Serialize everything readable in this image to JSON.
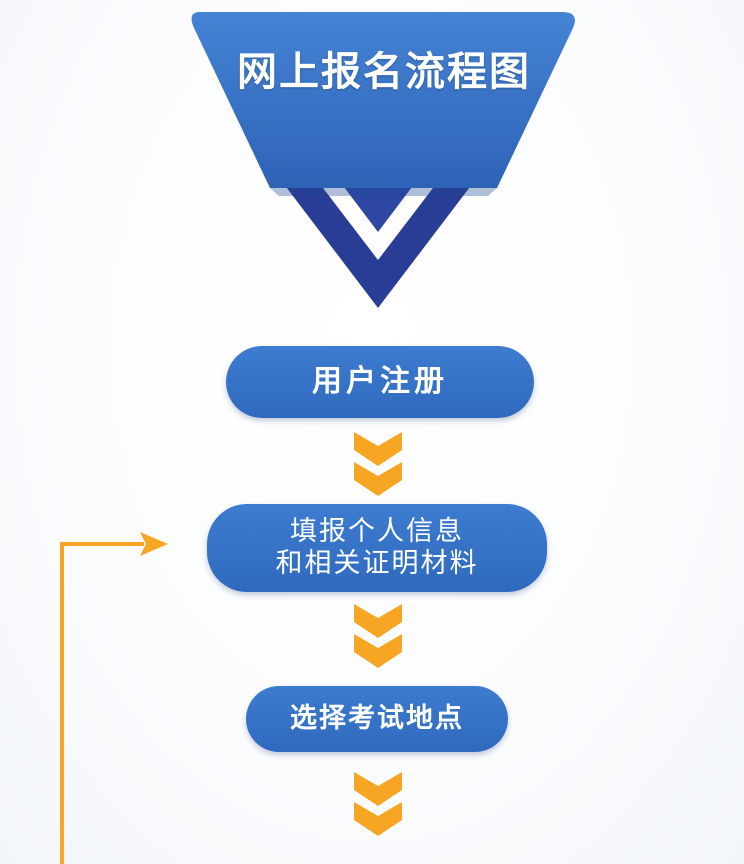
{
  "title": "网上报名流程图",
  "steps": [
    {
      "label": "用户注册"
    },
    {
      "line1": "填报个人信息",
      "line2": "和相关证明材料"
    },
    {
      "label": "选择考试地点"
    }
  ],
  "colors": {
    "primary_blue": "#3a73c6",
    "dark_blue": "#2a3d96",
    "arrow_orange": "#f6a623"
  }
}
